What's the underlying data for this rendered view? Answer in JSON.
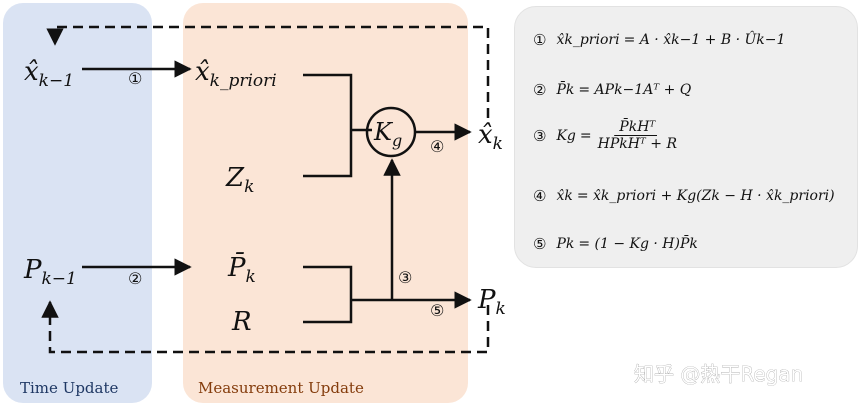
{
  "diagram": {
    "labels": {
      "time_update": "Time Update",
      "measurement_update": "Measurement Update",
      "x_prev": "x̂k−1",
      "x_prev_sub": "k−1",
      "x_priori": "x̂k_priori",
      "x_priori_sub": "k_priori",
      "z_k": "Z",
      "z_k_sub": "k",
      "p_bar": "P̄",
      "p_bar_sub": "k",
      "r": "R",
      "p_prev": "P",
      "p_prev_sub": "k−1",
      "kg": "K",
      "kg_sub": "g",
      "x_out": "x̂",
      "x_out_sub": "k",
      "p_out": "P",
      "p_out_sub": "k"
    },
    "step_markers": {
      "s1": "①",
      "s2": "②",
      "s3": "③",
      "s4": "④",
      "s5": "⑤"
    },
    "watermark": "知乎 @热干Regan"
  },
  "formulas": [
    {
      "index": "①",
      "lhs": "x̂k_priori",
      "expr": "= A · x̂k−1 + B · Ûk−1"
    },
    {
      "index": "②",
      "lhs": "P̄k",
      "expr": "= APk−1Aᵀ + Q"
    },
    {
      "index": "③",
      "lhs": "Kg",
      "numerator": "P̄kHᵀ",
      "denominator": "HP̄kHᵀ + R"
    },
    {
      "index": "④",
      "lhs": "x̂k",
      "expr": "= x̂k_priori + Kg(Zk − H · x̂k_priori)"
    },
    {
      "index": "⑤",
      "lhs": "Pk",
      "expr": "= (1 − Kg · H)P̄k"
    }
  ],
  "colors": {
    "time_update_bg": "#dae3f3",
    "measurement_update_bg": "#fbe5d6",
    "formula_bg": "#efefef",
    "time_label": "#1f3864",
    "measurement_label": "#843c0c"
  }
}
